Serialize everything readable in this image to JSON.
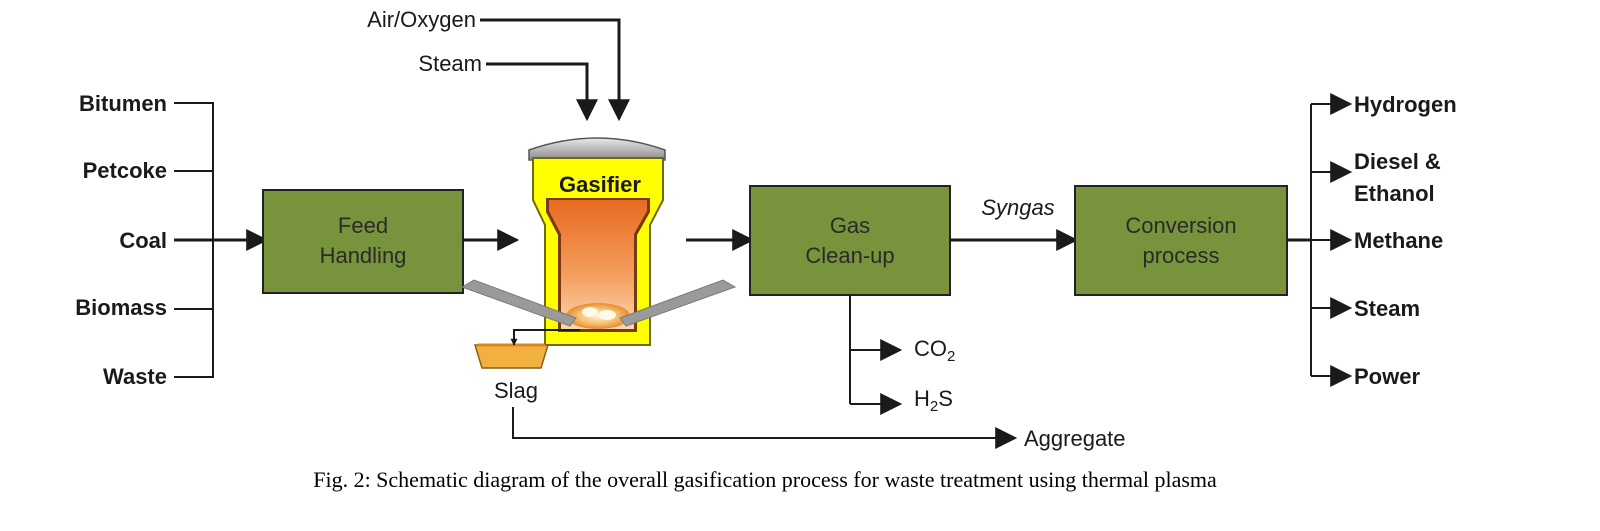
{
  "diagram": {
    "inputs": {
      "bitumen": "Bitumen",
      "petcoke": "Petcoke",
      "coal": "Coal",
      "biomass": "Biomass",
      "waste": "Waste"
    },
    "feed_handling": {
      "line1": "Feed",
      "line2": "Handling"
    },
    "gasifier": {
      "label": "Gasifier",
      "air_oxygen": "Air/Oxygen",
      "steam": "Steam"
    },
    "slag": "Slag",
    "gas_cleanup": {
      "line1": "Gas",
      "line2": "Clean-up"
    },
    "syngas": "Syngas",
    "byproducts": {
      "co2": "CO",
      "co2_sub": "2",
      "h2s_h": "H",
      "h2s_sub": "2",
      "h2s_s": "S"
    },
    "aggregate": "Aggregate",
    "conversion": {
      "line1": "Conversion",
      "line2": "process"
    },
    "outputs": {
      "hydrogen": "Hydrogen",
      "diesel_line1": "Diesel &",
      "diesel_line2": "Ethanol",
      "methane": "Methane",
      "steam": "Steam",
      "power": "Power"
    },
    "colors": {
      "box_fill": "#77933c",
      "gasifier_outer": "#ffff00",
      "gasifier_inner": "#f08020"
    }
  },
  "caption": "Fig. 2: Schematic diagram of the overall gasification process for waste treatment using thermal plasma"
}
